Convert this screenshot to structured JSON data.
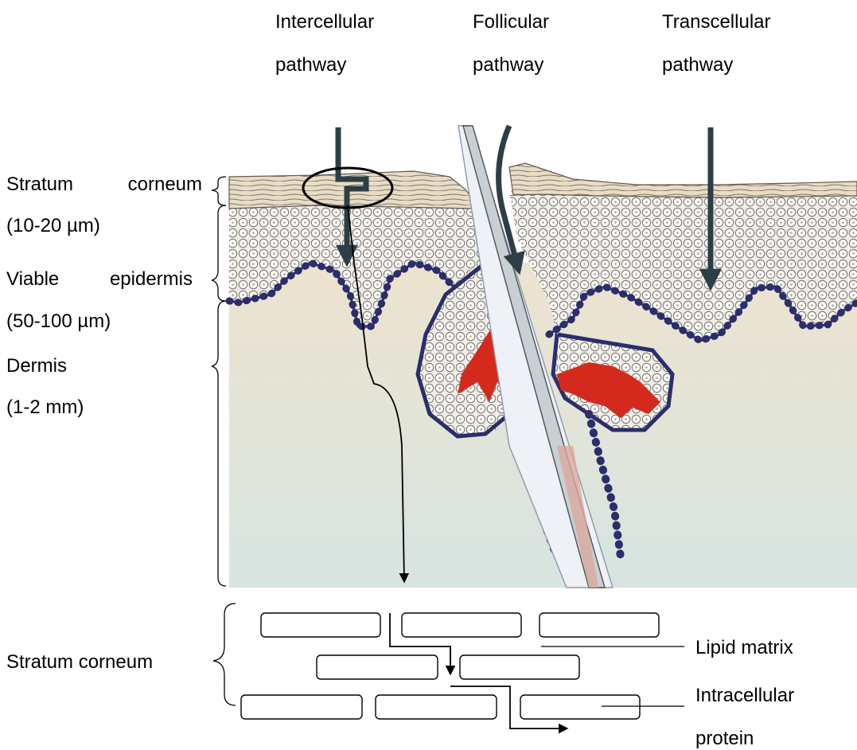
{
  "pathways": {
    "intercellular": [
      "Intercellular",
      "pathway"
    ],
    "follicular": [
      "Follicular",
      "pathway"
    ],
    "transcellular": [
      "Transcellular",
      "pathway"
    ]
  },
  "layers": {
    "stratum_corneum": {
      "name": [
        "Stratum",
        "corneum"
      ],
      "thickness": "(10-20 µm)"
    },
    "viable_epidermis": {
      "name": [
        "Viable",
        "epidermis"
      ],
      "thickness": "(50-100 µm)"
    },
    "dermis": {
      "name": "Dermis",
      "thickness": "(1-2 mm)"
    }
  },
  "inset": {
    "label": "Stratum corneum",
    "lipid_matrix": "Lipid matrix",
    "intracellular_protein": [
      "Intracellular",
      "protein"
    ]
  },
  "colors": {
    "arrow": "#2d3e47",
    "dermis_top": "#ede3cf",
    "dermis_bottom": "#d7e4e1",
    "cell_outline": "#7a7a7a",
    "basal_cell": "#2b2e6b",
    "sebaceous": "#d42a1e",
    "hair_shaft": "#c8d0d4",
    "hair_core": "#d9a99b"
  }
}
